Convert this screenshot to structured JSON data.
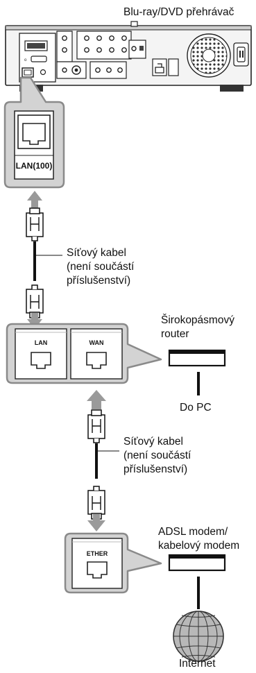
{
  "labels": {
    "player": "Blu-ray/DVD přehrávač",
    "lan100": "LAN(100)",
    "cable1": [
      "Síťový kabel",
      "(není součástí",
      "příslušenství)"
    ],
    "cable2": [
      "Síťový kabel",
      "(není součástí",
      "příslušenství)"
    ],
    "router": [
      "Širokopásmový",
      "router"
    ],
    "router_port_lan": "LAN",
    "router_port_wan": "WAN",
    "to_pc": "Do PC",
    "modem": [
      "ADSL modem/",
      "kabelový modem"
    ],
    "modem_port": "ETHER",
    "internet": "Internet"
  },
  "colors": {
    "callout_fill": "#d3d3d3",
    "callout_stroke": "#8a8a8a",
    "arrow": "#9a9a9a",
    "device_dark": "#333333",
    "line": "#111111"
  },
  "icons": {
    "player": "blu-ray-player-rear-panel",
    "router": "router-box-icon",
    "modem": "modem-box-icon",
    "internet": "globe-icon",
    "cable": "network-cable-plug"
  }
}
